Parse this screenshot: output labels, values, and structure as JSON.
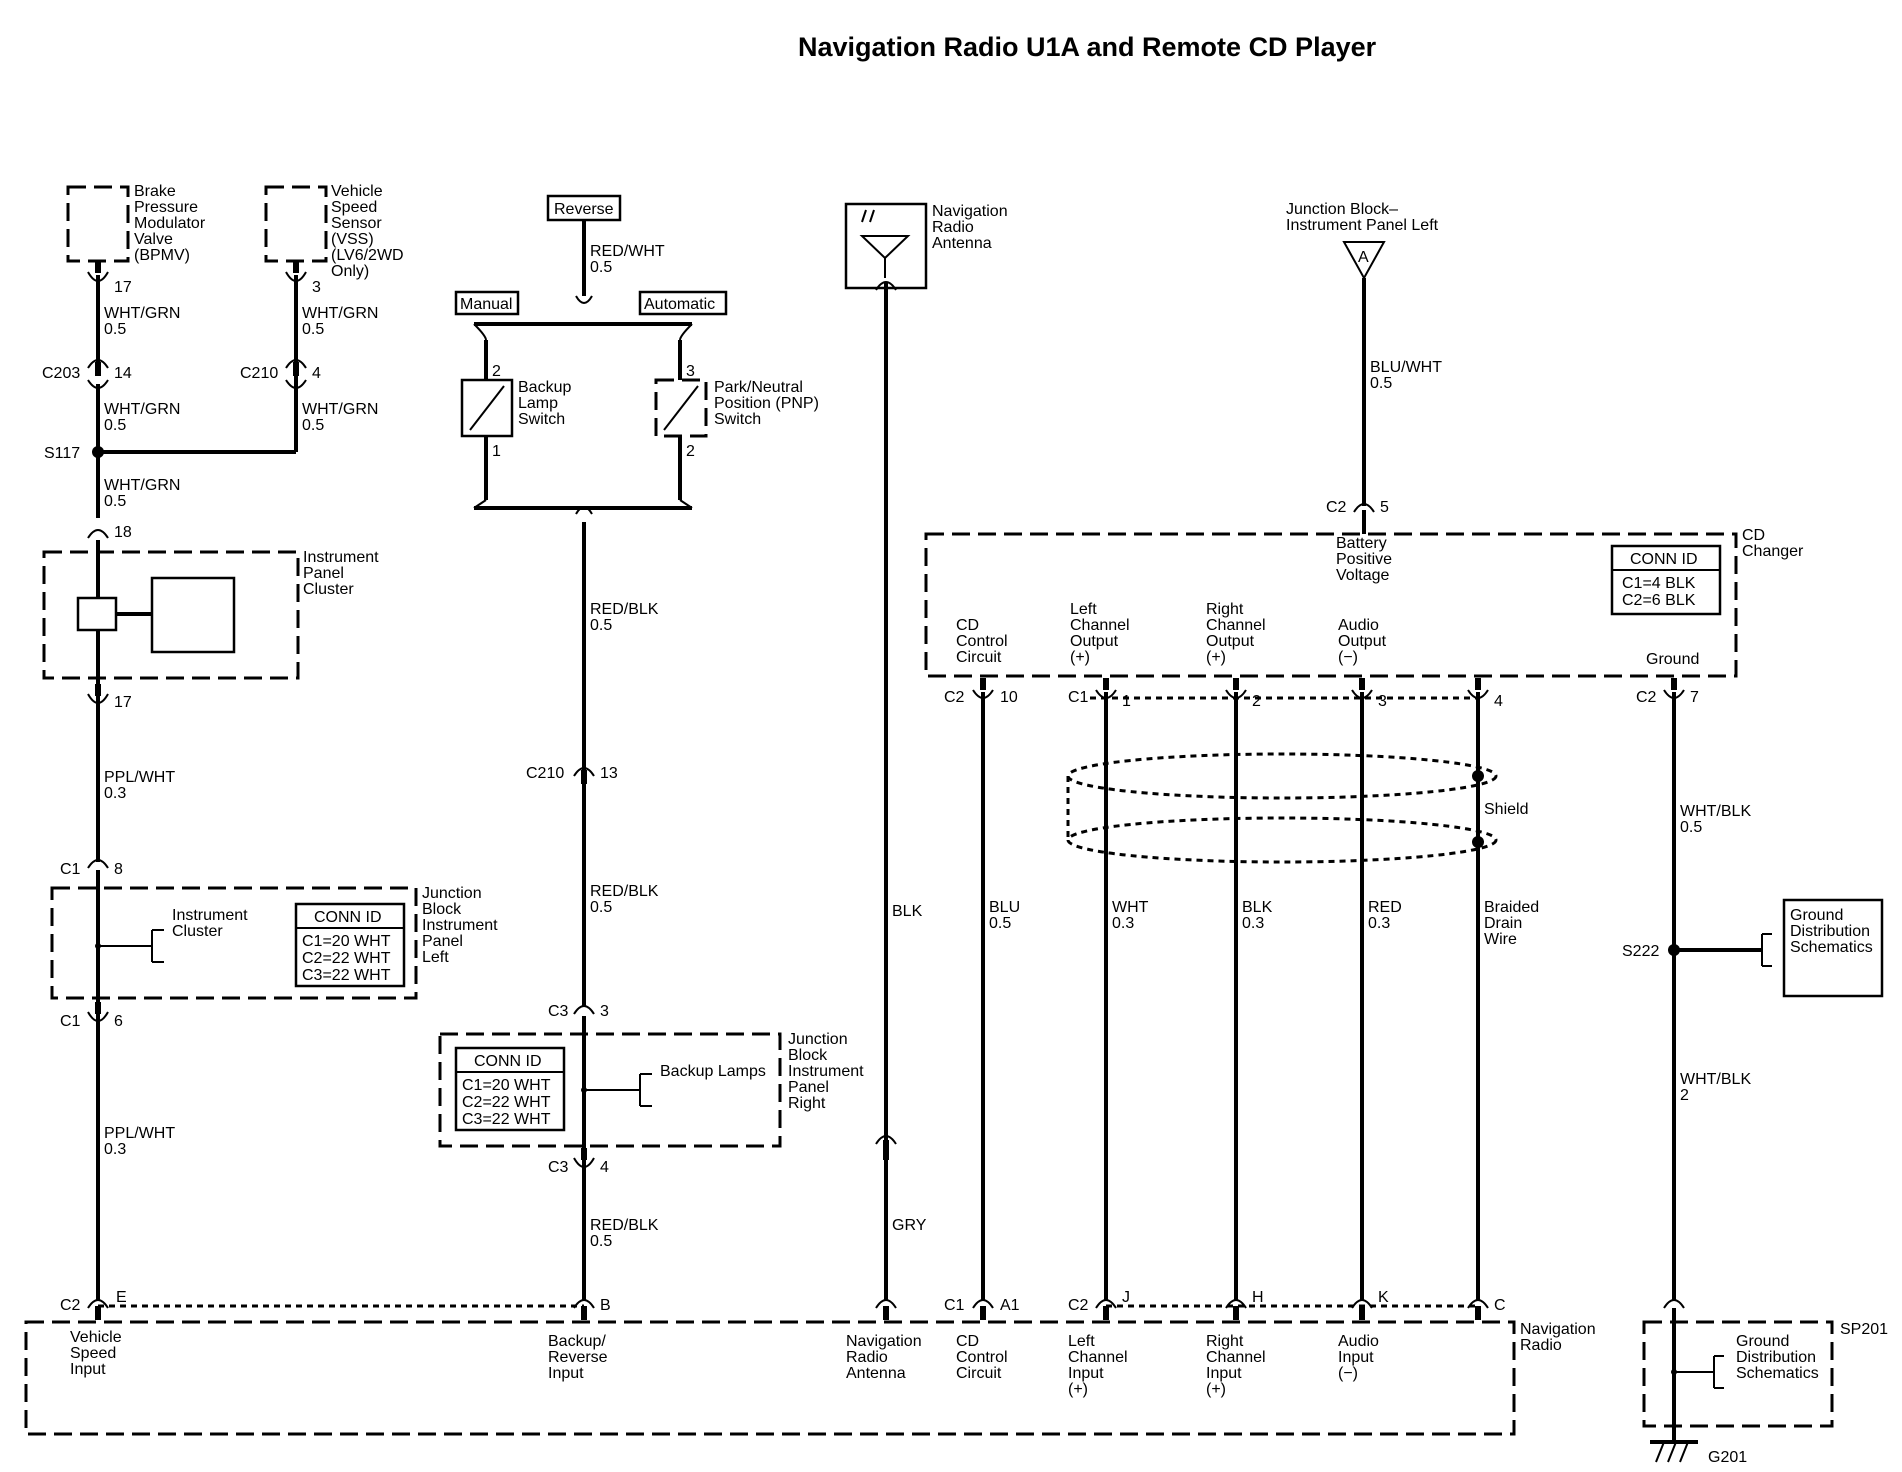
{
  "title": "Navigation Radio  U1A and Remote CD Player",
  "components": {
    "bpmv": [
      "Brake",
      "Pressure",
      "Modulator",
      "Valve",
      "(BPMV)"
    ],
    "vss": [
      "Vehicle",
      "Speed",
      "Sensor",
      "(VSS)",
      "(LV6/2WD",
      "Only)"
    ],
    "ipc": [
      "Instrument",
      "Panel",
      "Cluster"
    ],
    "jb_left": [
      "Junction",
      "Block",
      "Instrument",
      "Panel",
      "Left"
    ],
    "jb_left_inner": [
      "Instrument",
      "Cluster"
    ],
    "jb_right": [
      "Junction",
      "Block",
      "Instrument",
      "Panel",
      "Right"
    ],
    "jb_right_inner": "Backup Lamps",
    "backup_switch": [
      "Backup",
      "Lamp",
      "Switch"
    ],
    "pnp_switch": [
      "Park/Neutral",
      "Position (PNP)",
      "Switch"
    ],
    "antenna": [
      "Navigation",
      "Radio",
      "Antenna"
    ],
    "jb_ip_left_top": [
      "Junction Block–",
      "Instrument Panel Left"
    ],
    "cd_changer": [
      "CD",
      "Changer"
    ],
    "battery": [
      "Battery",
      "Positive",
      "Voltage"
    ],
    "nav_radio": [
      "Navigation",
      "Radio"
    ],
    "ground_dist_1": [
      "Ground",
      "Distribution",
      "Schematics"
    ],
    "ground_dist_2": [
      "Ground",
      "Distribution",
      "Schematics"
    ],
    "sp201": "SP201",
    "g201": "G201"
  },
  "tags": {
    "reverse": "Reverse",
    "manual": "Manual",
    "automatic": "Automatic",
    "fuse_a": "A"
  },
  "conn_ids": {
    "jb_left": {
      "head": "CONN ID",
      "rows": [
        "C1=20 WHT",
        "C2=22 WHT",
        "C3=22 WHT"
      ]
    },
    "jb_right": {
      "head": "CONN ID",
      "rows": [
        "C1=20 WHT",
        "C2=22 WHT",
        "C3=22 WHT"
      ]
    },
    "cd_changer": {
      "head": "CONN ID",
      "rows": [
        "C1=4 BLK",
        "C2=6 BLK"
      ]
    }
  },
  "wires": {
    "w1": [
      "WHT/GRN",
      "0.5"
    ],
    "w2": [
      "WHT/GRN",
      "0.5"
    ],
    "w3": [
      "WHT/GRN",
      "0.5"
    ],
    "w4": [
      "WHT/GRN",
      "0.5"
    ],
    "w5": [
      "WHT/GRN",
      "0.5"
    ],
    "w6": [
      "PPL/WHT",
      "0.3"
    ],
    "w7": [
      "PPL/WHT",
      "0.3"
    ],
    "w8": [
      "RED/WHT",
      "0.5"
    ],
    "w9": [
      "RED/BLK",
      "0.5"
    ],
    "w10": [
      "RED/BLK",
      "0.5"
    ],
    "w11": [
      "RED/BLK",
      "0.5"
    ],
    "w12": "BLK",
    "w13": "GRY",
    "w14": [
      "BLU/WHT",
      "0.5"
    ],
    "w15": [
      "BLU",
      "0.5"
    ],
    "w16": [
      "WHT",
      "0.3"
    ],
    "w17": [
      "BLK",
      "0.3"
    ],
    "w18": [
      "RED",
      "0.3"
    ],
    "w19": [
      "Braided",
      "Drain",
      "Wire"
    ],
    "w20": [
      "WHT/BLK",
      "0.5"
    ],
    "w21": [
      "WHT/BLK",
      "2"
    ],
    "shield": "Shield"
  },
  "connectors": {
    "p17a": "17",
    "p3a": "3",
    "c203": "C203",
    "p14": "14",
    "c210a": "C210",
    "p4": "4",
    "s117": "S117",
    "p18": "18",
    "p17b": "17",
    "c1a": "C1",
    "p8": "8",
    "c1b": "C1",
    "p6": "6",
    "p2sw": "2",
    "p1sw": "1",
    "p3sw": "3",
    "p2pnp": "2",
    "c210b": "C210",
    "p13": "13",
    "c3a": "C3",
    "p3": "3",
    "c3b": "C3",
    "p4b": "4",
    "c2top": "C2",
    "p5": "5",
    "c2a": "C2",
    "p10": "10",
    "c1c": "C1",
    "p1": "1",
    "p2": "2",
    "p3c": "3",
    "p4c": "4",
    "c2b": "C2",
    "p7": "7",
    "s222": "S222",
    "c2e": "C2",
    "pe": "E",
    "pb": "B",
    "c1d": "C1",
    "pa1": "A1",
    "c2j": "C2",
    "pj": "J",
    "ph": "H",
    "pk": "K",
    "pc": "C"
  },
  "cd_pins": {
    "cd_ctrl": [
      "CD",
      "Control",
      "Circuit"
    ],
    "left_out": [
      "Left",
      "Channel",
      "Output",
      "(+)"
    ],
    "right_out": [
      "Right",
      "Channel",
      "Output",
      "(+)"
    ],
    "audio_out": [
      "Audio",
      "Output",
      "(−)"
    ],
    "ground": "Ground"
  },
  "radio_pins": {
    "vsi": [
      "Vehicle",
      "Speed",
      "Input"
    ],
    "bri": [
      "Backup/",
      "Reverse",
      "Input"
    ],
    "nra": [
      "Navigation",
      "Radio",
      "Antenna"
    ],
    "cdc": [
      "CD",
      "Control",
      "Circuit"
    ],
    "lci": [
      "Left",
      "Channel",
      "Input",
      "(+)"
    ],
    "rci": [
      "Right",
      "Channel",
      "Input",
      "(+)"
    ],
    "ain": [
      "Audio",
      "Input",
      "(−)"
    ]
  }
}
